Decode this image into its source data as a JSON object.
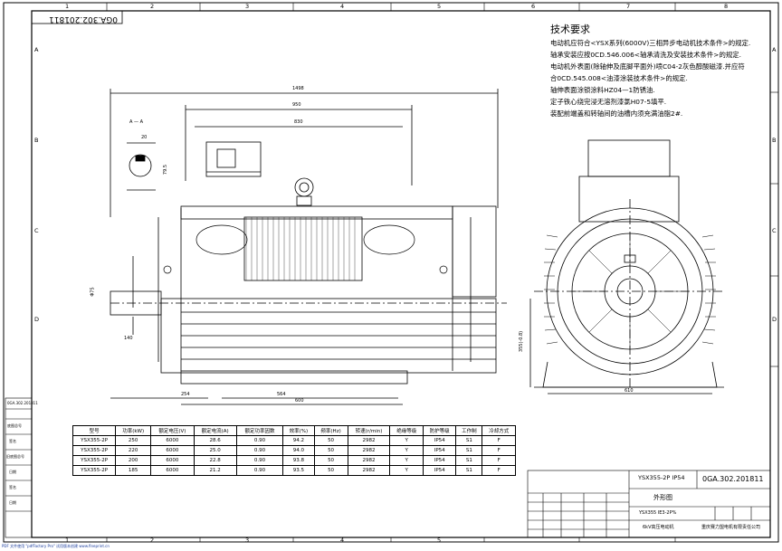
{
  "header_code": "0GA.302.201811",
  "zone_numbers": [
    "1",
    "2",
    "3",
    "4",
    "5",
    "6",
    "7",
    "8"
  ],
  "zone_letters": [
    "A",
    "B",
    "C",
    "D"
  ],
  "section_label": "A — A",
  "tech_requirements": {
    "title": "技术要求",
    "lines": [
      "电动机应符合<YSX系列(6000V)三相异步电动机技术条件>的规定.",
      "轴承安装应按0CD.546.006<轴承清洗及安装技术条件>的规定.",
      "电动机外表面(除轴伸及底脚平面外)喷C04-2灰色醇酸磁漆.并应符",
      "合0CD.545.008<油漆涂装技术条件>的规定.",
      "轴伸表面涂锁涂料HZ04—1防锈油.",
      "定子铁心绕完浸无溶剂漆氯H07-5填平.",
      "装配前端盖和转轴间的油槽内须充满油脂2#."
    ]
  },
  "dimensions": {
    "overall_length": "1498",
    "d950": "950",
    "d830": "830",
    "shaft_dia": "Φ75",
    "shaft_len": "140",
    "d254": "254",
    "d564": "564",
    "d600": "600",
    "d610": "610",
    "center_height": "355(-0.8)",
    "key_h": "79.5",
    "key_w": "20"
  },
  "spec_table": {
    "headers": [
      "型号",
      "功率(kW)",
      "额定电压(V)",
      "额定电流(A)",
      "额定功率因数",
      "效率(%)",
      "频率(Hz)",
      "转速(r/min)",
      "绝缘等级",
      "防护等级",
      "工作制",
      "冷却方式"
    ],
    "rows": [
      [
        "YSX355-2P",
        "250",
        "6000",
        "28.6",
        "0.90",
        "94.2",
        "50",
        "2982",
        "Y",
        "IP54",
        "S1",
        "F"
      ],
      [
        "YSX355-2P",
        "220",
        "6000",
        "25.0",
        "0.90",
        "94.0",
        "50",
        "2982",
        "Y",
        "IP54",
        "S1",
        "F"
      ],
      [
        "YSX355-2P",
        "200",
        "6000",
        "22.8",
        "0.90",
        "93.8",
        "50",
        "2982",
        "Y",
        "IP54",
        "S1",
        "F"
      ],
      [
        "YSX355-2P",
        "185",
        "6000",
        "21.2",
        "0.90",
        "93.5",
        "50",
        "2982",
        "Y",
        "IP54",
        "S1",
        "F"
      ]
    ]
  },
  "title_block": {
    "model": "YSX355-2P IP54",
    "code": "0GA.302.201811",
    "drawing_name": "外形图",
    "series": "YSX355 IE3-2P%",
    "subtitle": "6kV高压电动机",
    "company": "重庆赛力盟电机有限责任公司"
  },
  "left_block": {
    "labels": [
      "0GA.302.201811",
      "底图总号",
      "签名",
      "旧底图总号",
      "日期",
      "签名",
      "日期"
    ]
  },
  "footer": "PDF 文件使用 \"pdfFactory Pro\" 试用版本创建 www.fineprint.cn"
}
